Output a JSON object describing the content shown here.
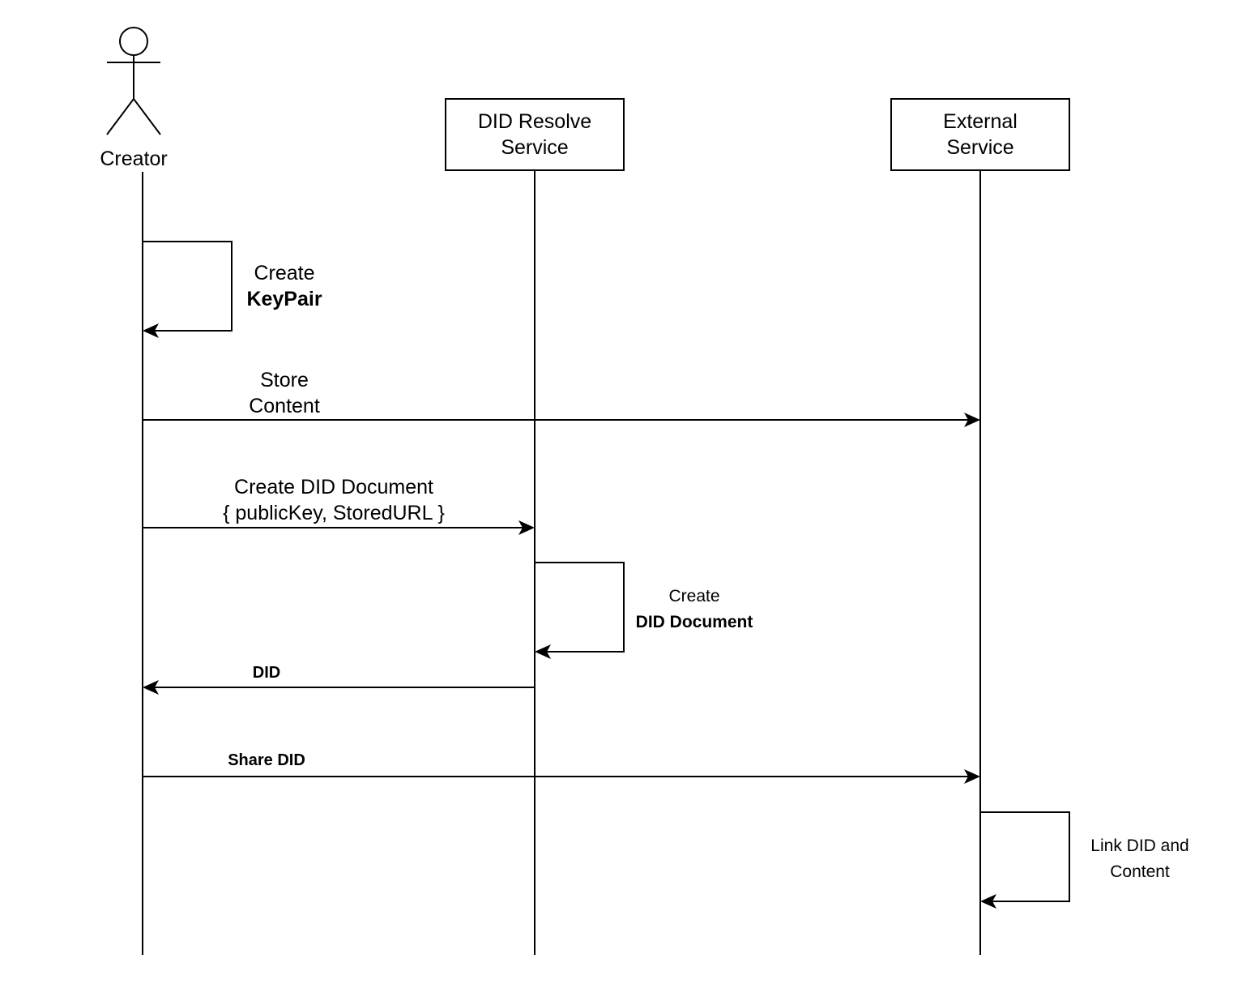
{
  "participants": {
    "creator": {
      "name": "Creator"
    },
    "did_resolve": {
      "line1": "DID Resolve",
      "line2": "Service"
    },
    "external": {
      "line1": "External",
      "line2": "Service"
    }
  },
  "messages": {
    "create_keypair": {
      "line1": "Create",
      "line2": "KeyPair"
    },
    "store_content": {
      "line1": "Store",
      "line2": "Content"
    },
    "create_did_document_request": {
      "line1": "Create DID Document",
      "line2": "{ publicKey, StoredURL }"
    },
    "create_did_document_self": {
      "line1": "Create",
      "line2": "DID Document"
    },
    "did_return": {
      "label": "DID"
    },
    "share_did": {
      "label": "Share DID"
    },
    "link_did_content": {
      "line1": "Link DID and",
      "line2": "Content"
    }
  }
}
